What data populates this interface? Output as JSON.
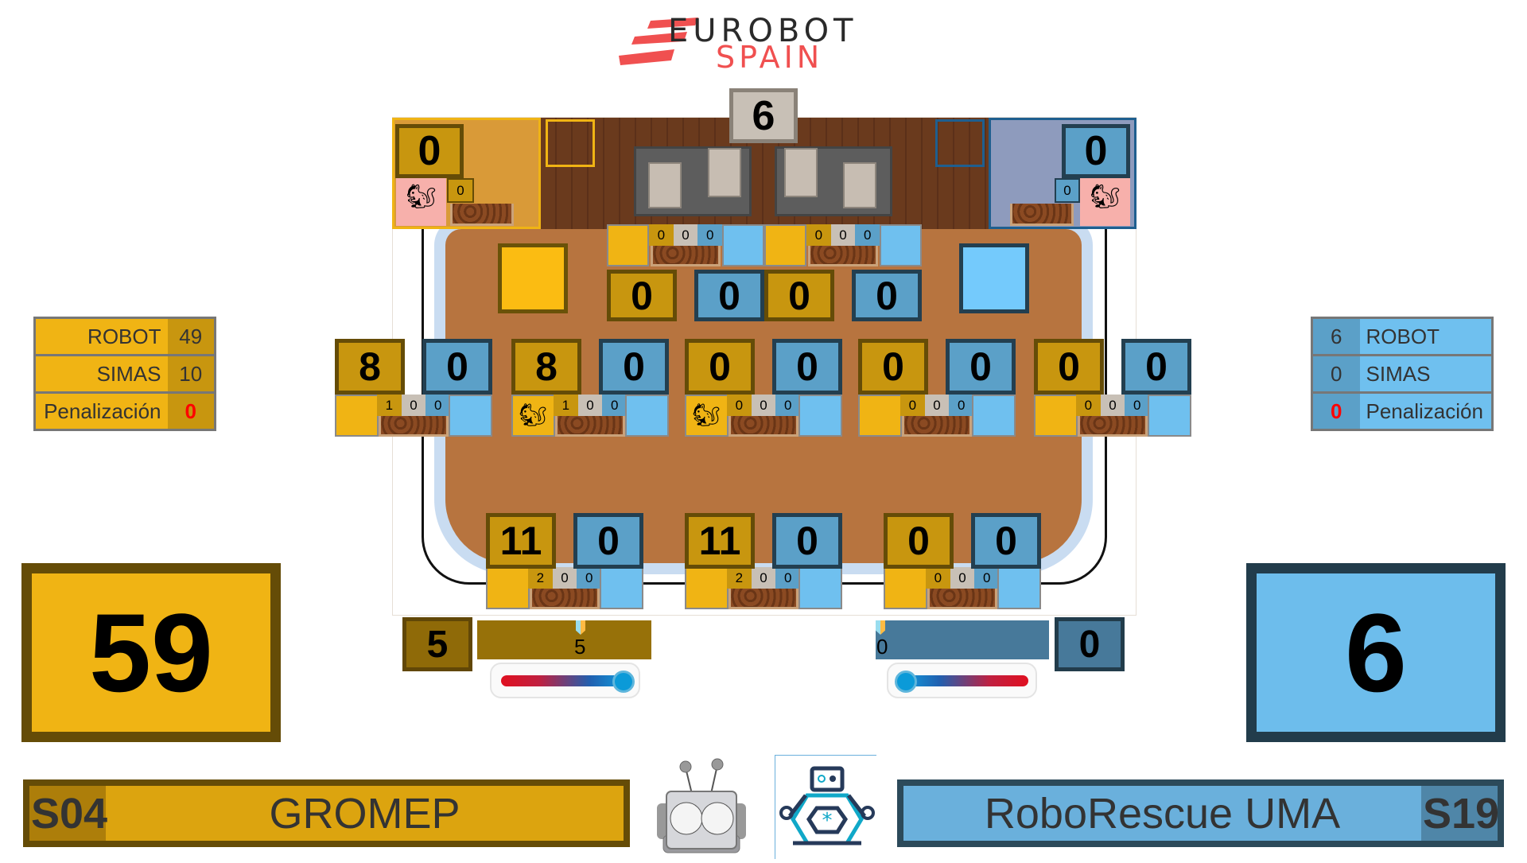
{
  "header": {
    "logo_top": "EUROBOT",
    "logo_bottom": "SPAIN"
  },
  "field": {
    "top_score": "6",
    "left_house": {
      "score": "0",
      "small": "0"
    },
    "right_house": {
      "score": "0",
      "small": "0"
    },
    "row_a": {
      "pairs": [
        [
          "0",
          "0"
        ],
        [
          "0",
          "0"
        ]
      ],
      "counters": [
        [
          "0",
          "0",
          "0"
        ],
        [
          "0",
          "0",
          "0"
        ]
      ]
    },
    "row_b": {
      "pairs": [
        [
          "8",
          "0"
        ],
        [
          "8",
          "0"
        ],
        [
          "0",
          "0"
        ],
        [
          "0",
          "0"
        ],
        [
          "0",
          "0"
        ]
      ],
      "counters": [
        [
          "1",
          "0",
          "0"
        ],
        [
          "1",
          "0",
          "0"
        ],
        [
          "0",
          "0",
          "0"
        ],
        [
          "0",
          "0",
          "0"
        ],
        [
          "0",
          "0",
          "0"
        ]
      ],
      "squirrels": [
        false,
        true,
        true,
        false,
        false
      ]
    },
    "row_c": {
      "pairs": [
        [
          "11",
          "0"
        ],
        [
          "11",
          "0"
        ],
        [
          "0",
          "0"
        ]
      ],
      "counters": [
        [
          "2",
          "0",
          "0"
        ],
        [
          "2",
          "0",
          "0"
        ],
        [
          "0",
          "0",
          "0"
        ]
      ]
    }
  },
  "left_team": {
    "stats": [
      {
        "label": "ROBOT",
        "value": "49"
      },
      {
        "label": "SIMAS",
        "value": "10"
      },
      {
        "label": "Penalización",
        "value": "0"
      }
    ],
    "total": "59",
    "thermo_score": "5",
    "thermo_label": "5",
    "thermo_level": 1.0,
    "seed": "S04",
    "name": "GROMEP",
    "color": "#f0b414"
  },
  "right_team": {
    "stats": [
      {
        "label": "ROBOT",
        "value": "6"
      },
      {
        "label": "SIMAS",
        "value": "0"
      },
      {
        "label": "Penalización",
        "value": "0"
      }
    ],
    "total": "6",
    "thermo_score": "0",
    "thermo_label": "0",
    "thermo_level": 0.0,
    "seed": "S19",
    "name": "RoboRescue UMA",
    "color": "#6fc0ef"
  }
}
